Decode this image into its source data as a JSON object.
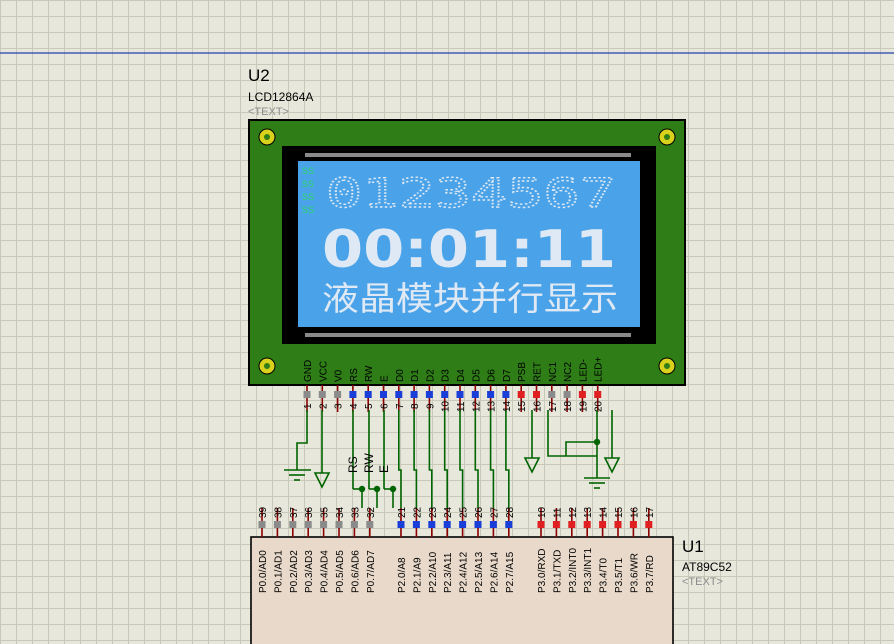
{
  "u2": {
    "ref": "U2",
    "part": "LCD12864A",
    "text": "<TEXT>"
  },
  "u1": {
    "ref": "U1",
    "part": "AT89C52",
    "text": "<TEXT>"
  },
  "screen": {
    "line1": "01234567",
    "line2": "00:01:11",
    "line3": "液晶模块并行显示",
    "indicators": [
      "SS",
      "SS",
      "SS",
      "SS"
    ]
  },
  "lcd_pins": [
    {
      "name": "GND",
      "num": "1"
    },
    {
      "name": "VCC",
      "num": "2"
    },
    {
      "name": "V0",
      "num": "3"
    },
    {
      "name": "RS",
      "num": "4"
    },
    {
      "name": "RW",
      "num": "5"
    },
    {
      "name": "E",
      "num": "6"
    },
    {
      "name": "D0",
      "num": "7"
    },
    {
      "name": "D1",
      "num": "8"
    },
    {
      "name": "D2",
      "num": "9"
    },
    {
      "name": "D3",
      "num": "10"
    },
    {
      "name": "D4",
      "num": "11"
    },
    {
      "name": "D5",
      "num": "12"
    },
    {
      "name": "D6",
      "num": "13"
    },
    {
      "name": "D7",
      "num": "14"
    },
    {
      "name": "PSB",
      "num": "15"
    },
    {
      "name": "RET",
      "num": "16"
    },
    {
      "name": "NC1",
      "num": "17"
    },
    {
      "name": "NC2",
      "num": "18"
    },
    {
      "name": "LED-",
      "num": "19"
    },
    {
      "name": "LED+",
      "num": "20"
    }
  ],
  "mcu_pins": [
    {
      "name": "P0.0/AD0",
      "num": "39"
    },
    {
      "name": "P0.1/AD1",
      "num": "38"
    },
    {
      "name": "P0.2/AD2",
      "num": "37"
    },
    {
      "name": "P0.3/AD3",
      "num": "36"
    },
    {
      "name": "P0.4/AD4",
      "num": "35"
    },
    {
      "name": "P0.5/AD5",
      "num": "34"
    },
    {
      "name": "P0.6/AD6",
      "num": "33"
    },
    {
      "name": "P0.7/AD7",
      "num": "32"
    },
    {
      "name": "P2.0/A8",
      "num": "21"
    },
    {
      "name": "P2.1/A9",
      "num": "22"
    },
    {
      "name": "P2.2/A10",
      "num": "23"
    },
    {
      "name": "P2.3/A11",
      "num": "24"
    },
    {
      "name": "P2.4/A12",
      "num": "25"
    },
    {
      "name": "P2.5/A13",
      "num": "26"
    },
    {
      "name": "P2.6/A14",
      "num": "27"
    },
    {
      "name": "P2.7/A15",
      "num": "28"
    },
    {
      "name": "P3.0/RXD",
      "num": "10"
    },
    {
      "name": "P3.1/TXD",
      "num": "11"
    },
    {
      "name": "P3.2/INT0",
      "num": "12"
    },
    {
      "name": "P3.3/INT1",
      "num": "13"
    },
    {
      "name": "P3.4/T0",
      "num": "14"
    },
    {
      "name": "P3.5/T1",
      "num": "15"
    },
    {
      "name": "P3.6/WR",
      "num": "16"
    },
    {
      "name": "P3.7/RD",
      "num": "17"
    }
  ],
  "net_labels": {
    "rs": "RS",
    "rw": "RW",
    "e": "E"
  },
  "colors": {
    "board": "#2e7d16",
    "screen": "#4aa3e8",
    "wire": "#006400",
    "pin": "#8b0000",
    "mcu_body": "#e8d9ca"
  }
}
